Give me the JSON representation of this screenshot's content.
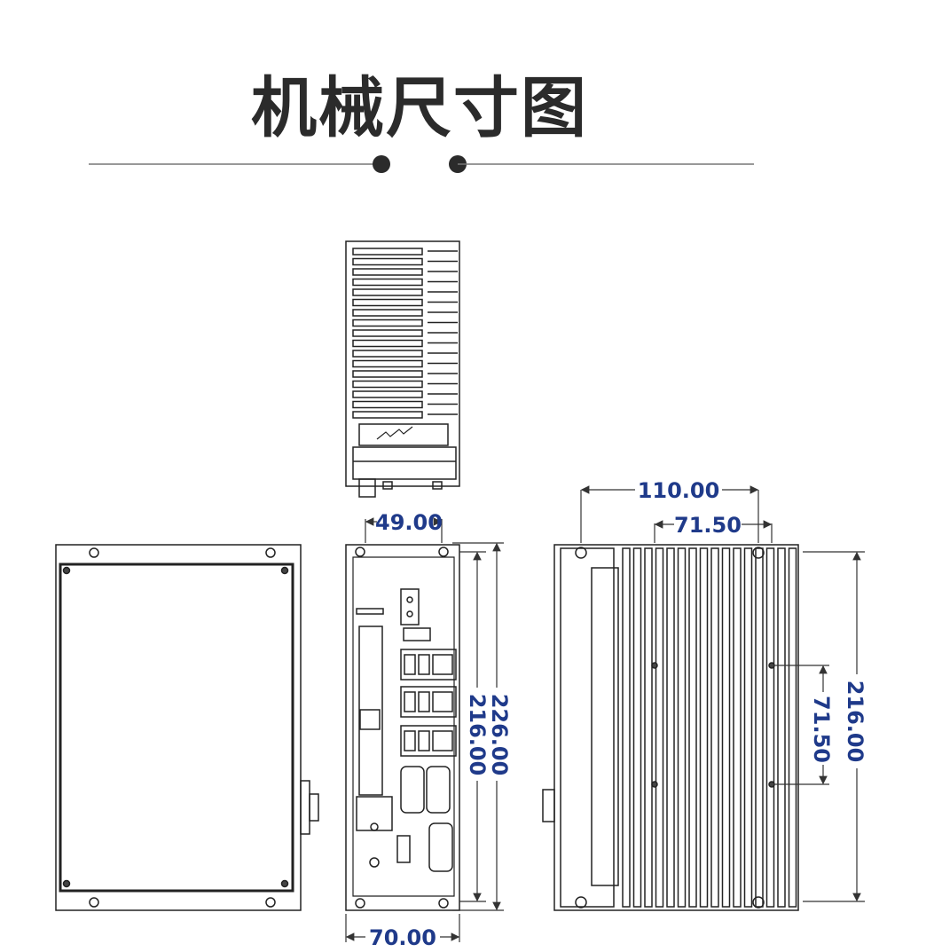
{
  "title": "机械尺寸图",
  "colors": {
    "title": "#2b2b2b",
    "dimension_text": "#1f3a8a",
    "line": "#222222"
  },
  "dimensions": {
    "top_width_outer": "110.00",
    "top_width_inner": "71.50",
    "side_height": "216.00",
    "side_inner": "71.50",
    "front_width_mount": "49.00",
    "front_height_outer": "226.00",
    "front_height_inner": "216.00",
    "front_width": "70.00"
  }
}
